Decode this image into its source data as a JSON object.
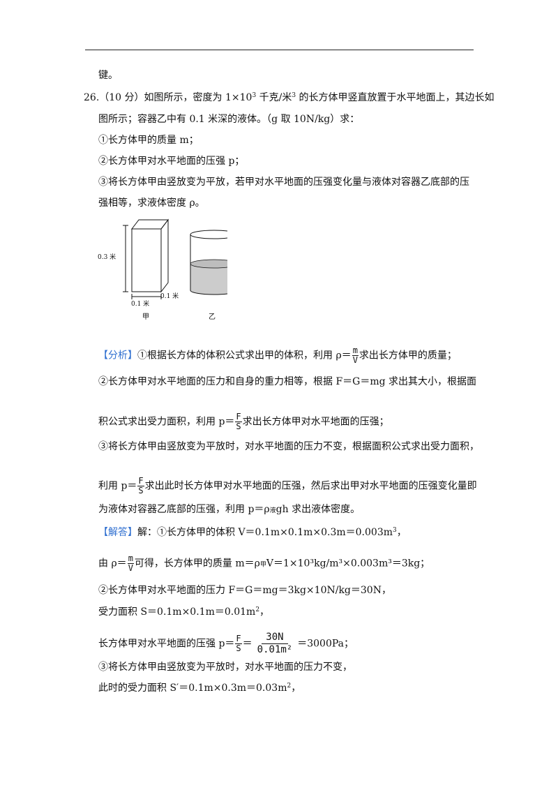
{
  "top_line": "键。",
  "question": {
    "line1_pre": "26.（10 分）如图所示，密度为 1×10",
    "line1_exp": "3",
    "line1_mid": " 千克/米",
    "line1_exp2": "3",
    "line1_post": " 的长方体甲竖直放置于水平地面上，其边长如",
    "line2": "图所示；容器乙中有 0.1 米深的液体。（g 取 10N/kg）求：",
    "item1": "①长方体甲的质量 m；",
    "item2": "②长方体甲对水平地面的压强 p；",
    "item3a": "③将长方体甲由竖放变为平放，若甲对水平地面的压强变化量与液体对容器乙底部的压",
    "item3b": "强相等，求液体密度 ρ。"
  },
  "figure": {
    "height_label": "0.3 米",
    "width_label": "0.1 米",
    "depth_label": "0.1 米",
    "caption_left": "甲",
    "caption_right": "乙",
    "liquid_color": "#cccccc"
  },
  "analysis": {
    "tag": "【分析】",
    "l1_pre": "①根据长方体的体积公式求出甲的体积，利用 ρ＝",
    "l1_num": "m",
    "l1_den": "V",
    "l1_post": "求出长方体甲的质量；",
    "l2": "②长方体甲对水平地面的压力和自身的重力相等，根据 F＝G＝mg 求出其大小，根据面",
    "l3_pre": "积公式求出受力面积，利用 p＝",
    "l3_num": "F",
    "l3_den": "S",
    "l3_post": "求出长方体甲对水平地面的压强；",
    "l4": "③将长方体甲由竖放变为平放时，对水平地面的压力不变，根据面积公式求出受力面积，",
    "l5_pre": "利用 p＝",
    "l5_num": "F",
    "l5_den": "S",
    "l5_post": "求出此时长方体甲对水平地面的压强，然后求出甲对水平地面的压强变化量即",
    "l6_pre": "为液体对容器乙底部的压强，利用 p＝ρ",
    "l6_sub": "液",
    "l6_post": "gh 求出液体密度。"
  },
  "answer": {
    "tag": "【解答】",
    "a1_pre": "解：①长方体甲的体积 V＝0.1m×0.1m×0.3m＝0.003m",
    "a1_exp": "3",
    "a1_post": "，",
    "a2_pre": "由 ρ＝",
    "a2_num": "m",
    "a2_den": "V",
    "a2_mid": "可得，长方体甲的质量 m＝ρ",
    "a2_sub": "甲",
    "a2_post": "V＝1×10³kg/m³×0.003m³＝3kg；",
    "a3": "②长方体甲对水平地面的压力 F＝G＝mg＝3kg×10N/kg＝30N，",
    "a4_pre": "受力面积 S＝0.1m×0.1m＝0.01m",
    "a4_exp": "2",
    "a4_post": "，",
    "a5_pre": "长方体甲对水平地面的压强 p＝",
    "a5_num1": "F",
    "a5_den1": "S",
    "a5_num2": "30N",
    "a5_den2": "0.01m²",
    "a5_post": "＝3000Pa；",
    "a6": "③将长方体甲由竖放变为平放时，对水平地面的压力不变，",
    "a7_pre": "此时的受力面积 S′＝0.1m×0.3m＝0.03m",
    "a7_exp": "2",
    "a7_post": "，"
  }
}
